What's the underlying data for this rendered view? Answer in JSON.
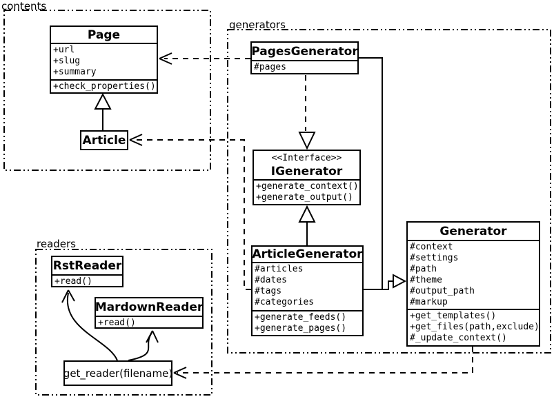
{
  "packages": {
    "contents": {
      "label": "contents"
    },
    "generators": {
      "label": "generators"
    },
    "readers": {
      "label": "readers"
    }
  },
  "classes": {
    "page": {
      "title": "Page",
      "attributes": [
        "+url",
        "+slug",
        "+summary"
      ],
      "methods": [
        "+check_properties()"
      ]
    },
    "article": {
      "title": "Article"
    },
    "pages_generator": {
      "title": "PagesGenerator",
      "attributes": [
        "#pages"
      ]
    },
    "igenerator": {
      "stereotype": "<<Interface>>",
      "title": "IGenerator",
      "methods": [
        "+generate_context()",
        "+generate_output()"
      ]
    },
    "article_generator": {
      "title": "ArticleGenerator",
      "attributes": [
        "#articles",
        "#dates",
        "#tags",
        "#categories"
      ],
      "methods": [
        "+generate_feeds()",
        "+generate_pages()"
      ]
    },
    "generator": {
      "title": "Generator",
      "attributes": [
        "#context",
        "#settings",
        "#path",
        "#theme",
        "#output_path",
        "#markup"
      ],
      "methods": [
        "+get_templates()",
        "+get_files(path,exclude)",
        "#_update_context()"
      ]
    },
    "rst_reader": {
      "title": "RstReader",
      "methods": [
        "+read()"
      ]
    },
    "mardown_reader": {
      "title": "MardownReader",
      "methods": [
        "+read()"
      ]
    },
    "get_reader": {
      "label": "get_reader(filename)"
    }
  },
  "relationships": [
    {
      "from": "Article",
      "to": "Page",
      "type": "inheritance"
    },
    {
      "from": "PagesGenerator",
      "to": "IGenerator",
      "type": "realization"
    },
    {
      "from": "ArticleGenerator",
      "to": "IGenerator",
      "type": "inheritance"
    },
    {
      "from": "PagesGenerator",
      "to": "Generator",
      "type": "inheritance"
    },
    {
      "from": "ArticleGenerator",
      "to": "Generator",
      "type": "inheritance"
    },
    {
      "from": "PagesGenerator",
      "to": "Page",
      "type": "dependency"
    },
    {
      "from": "ArticleGenerator",
      "to": "Article",
      "type": "dependency"
    },
    {
      "from": "Generator",
      "to": "get_reader(filename)",
      "type": "dependency"
    },
    {
      "from": "get_reader(filename)",
      "to": "RstReader",
      "type": "call-arrow"
    },
    {
      "from": "get_reader(filename)",
      "to": "MardownReader",
      "type": "call-arrow"
    }
  ],
  "colors": {
    "line": "#000000",
    "background": "#ffffff",
    "box_fill": "#ffffff"
  }
}
